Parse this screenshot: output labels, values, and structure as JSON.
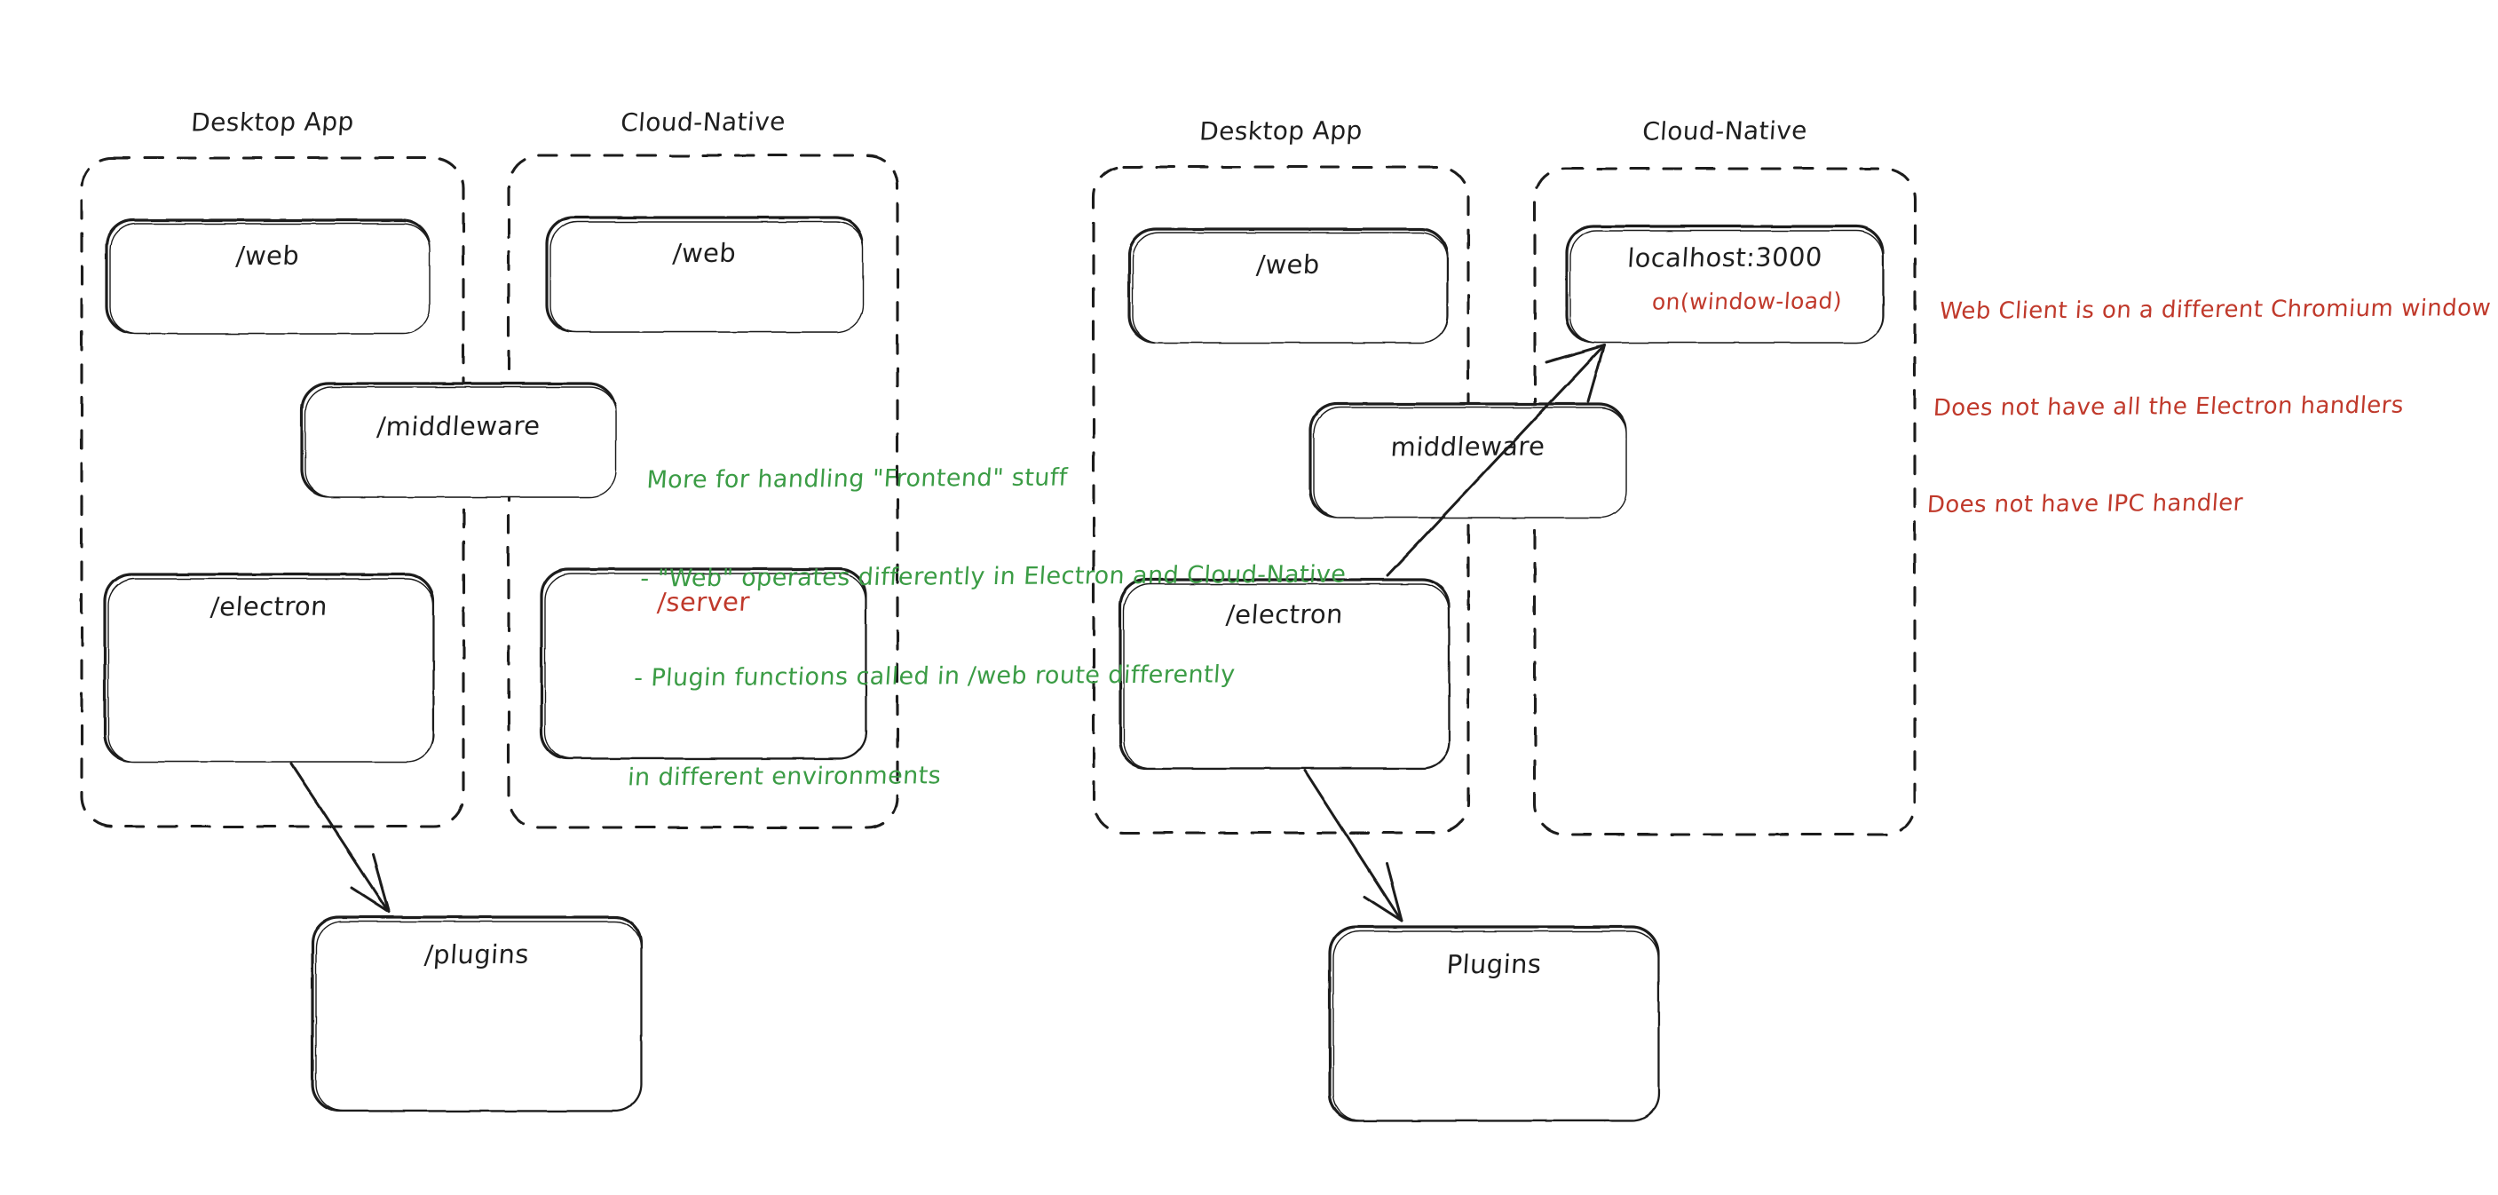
{
  "diagram": {
    "title": "Electron Desktop App vs Cloud-Native architecture sketch",
    "style": "hand-drawn-excalidraw",
    "colors": {
      "stroke": "#1e1e1e",
      "green_note": "#3b9c45",
      "red_note": "#c0392b",
      "background": "#ffffff"
    }
  },
  "left_diagram": {
    "groups": [
      {
        "id": "left-desktop-app",
        "label": "Desktop App"
      },
      {
        "id": "left-cloud-native",
        "label": "Cloud-Native"
      }
    ],
    "nodes": [
      {
        "id": "left-desktop-web",
        "label": "/web",
        "color": "#1e1e1e"
      },
      {
        "id": "left-cloud-web",
        "label": "/web",
        "color": "#1e1e1e"
      },
      {
        "id": "left-middleware",
        "label": "/middleware",
        "color": "#1e1e1e"
      },
      {
        "id": "left-electron",
        "label": "/electron",
        "color": "#1e1e1e"
      },
      {
        "id": "left-server",
        "label": "/server",
        "color": "#c0392b"
      },
      {
        "id": "left-plugins",
        "label": "/plugins",
        "color": "#1e1e1e"
      }
    ],
    "edges": [
      {
        "from": "left-electron",
        "to": "left-plugins",
        "style": "solid-arrow"
      }
    ]
  },
  "right_diagram": {
    "groups": [
      {
        "id": "right-desktop-app",
        "label": "Desktop App"
      },
      {
        "id": "right-cloud-native",
        "label": "Cloud-Native"
      }
    ],
    "nodes": [
      {
        "id": "right-desktop-web",
        "label": "/web",
        "color": "#1e1e1e"
      },
      {
        "id": "right-localhost",
        "label": "localhost:3000",
        "sublabel": "on(window-load)",
        "color": "#1e1e1e",
        "sublabel_color": "#c0392b"
      },
      {
        "id": "right-middleware",
        "label": "middleware",
        "color": "#1e1e1e"
      },
      {
        "id": "right-electron",
        "label": "/electron",
        "color": "#1e1e1e"
      },
      {
        "id": "right-plugins",
        "label": "Plugins",
        "color": "#1e1e1e"
      }
    ],
    "edges": [
      {
        "from": "right-electron",
        "to": "right-localhost",
        "style": "solid-arrow"
      },
      {
        "from": "right-electron",
        "to": "right-plugins",
        "style": "solid-arrow"
      }
    ]
  },
  "annotations": {
    "green_note": {
      "color": "#3b9c45",
      "lines": [
        "More for handling \"Frontend\" stuff",
        "- \"Web\" operates differently in Electron and Cloud-Native",
        "- Plugin functions called in /web route differently",
        "in different environments"
      ]
    },
    "red_note": {
      "color": "#c0392b",
      "lines": [
        "Web Client is on a different Chromium window",
        "Does not have all the Electron handlers",
        "Does not have IPC handler"
      ]
    }
  }
}
